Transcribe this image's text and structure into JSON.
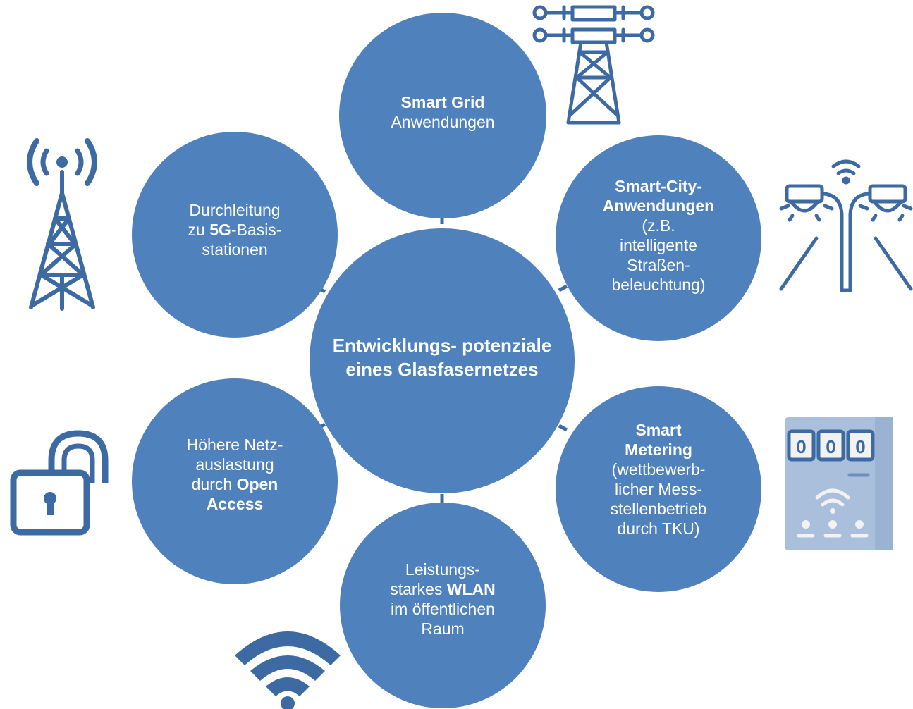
{
  "center": {
    "lines": [
      "Entwicklungs-",
      "potenziale eines",
      "Glasfasernetzes"
    ]
  },
  "nodes": {
    "smart_grid": [
      [
        {
          "t": "Smart Grid",
          "b": true
        }
      ],
      [
        {
          "t": "Anwendungen",
          "b": false
        }
      ]
    ],
    "smart_city": [
      [
        {
          "t": "Smart-City-",
          "b": true
        }
      ],
      [
        {
          "t": "Anwendungen",
          "b": true
        }
      ],
      [
        {
          "t": "(z.B.",
          "b": false
        }
      ],
      [
        {
          "t": "intelligente",
          "b": false
        }
      ],
      [
        {
          "t": "Straßen-",
          "b": false
        }
      ],
      [
        {
          "t": "beleuchtung)",
          "b": false
        }
      ]
    ],
    "smart_metering": [
      [
        {
          "t": "Smart",
          "b": true
        }
      ],
      [
        {
          "t": "Metering",
          "b": true
        }
      ],
      [
        {
          "t": "(wettbewerb-",
          "b": false
        }
      ],
      [
        {
          "t": "licher Mess-",
          "b": false
        }
      ],
      [
        {
          "t": "stellenbetrieb",
          "b": false
        }
      ],
      [
        {
          "t": "durch TKU)",
          "b": false
        }
      ]
    ],
    "wlan": [
      [
        {
          "t": "Leistungs-",
          "b": false
        }
      ],
      [
        {
          "t": "starkes ",
          "b": false
        },
        {
          "t": "WLAN",
          "b": true
        }
      ],
      [
        {
          "t": "im öffentlichen",
          "b": false
        }
      ],
      [
        {
          "t": "Raum",
          "b": false
        }
      ]
    ],
    "open_access": [
      [
        {
          "t": "Höhere Netz-",
          "b": false
        }
      ],
      [
        {
          "t": "auslastung",
          "b": false
        }
      ],
      [
        {
          "t": "durch ",
          "b": false
        },
        {
          "t": "Open",
          "b": true
        }
      ],
      [
        {
          "t": "Access",
          "b": true
        }
      ]
    ],
    "five_g": [
      [
        {
          "t": "Durchleitung",
          "b": false
        }
      ],
      [
        {
          "t": "zu ",
          "b": false
        },
        {
          "t": "5G",
          "b": true
        },
        {
          "t": "-Basis-",
          "b": false
        }
      ],
      [
        {
          "t": "stationen",
          "b": false
        }
      ]
    ]
  },
  "colors": {
    "circle_fill": "#4f81bd",
    "icon": "#3d6aa3",
    "meter_body": "#a9bfdb",
    "connector": "#3d6aa3",
    "text": "#ffffff"
  },
  "icons": {
    "smart_grid": "power-tower-icon",
    "smart_city": "street-light-icon",
    "smart_metering": "smart-meter-icon",
    "wlan": "wifi-icon",
    "open_access": "open-padlock-icon",
    "five_g": "radio-tower-icon"
  },
  "meter_display": [
    "0",
    "0",
    "0"
  ]
}
